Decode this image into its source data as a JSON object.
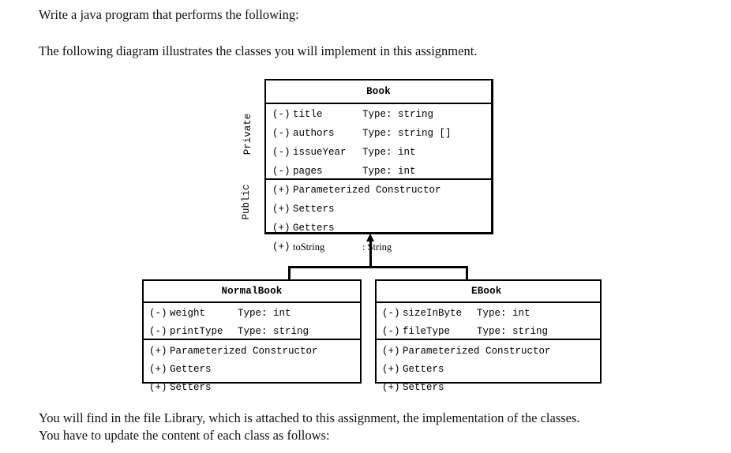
{
  "document": {
    "intro_line_1": "Write a java program that performs the following:",
    "intro_line_2": "The following diagram illustrates the classes you will implement in this assignment.",
    "outro_line_1": "You will find in the file Library, which is attached to this assignment, the implementation of the classes.",
    "outro_line_2": "You have to update the content of each class as follows:"
  },
  "diagram": {
    "side_labels": {
      "private": "Private",
      "public": "Public"
    },
    "book": {
      "title": "Book",
      "attributes": [
        {
          "visibility": "(-)",
          "name": "title",
          "type": "Type: string"
        },
        {
          "visibility": "(-)",
          "name": "authors",
          "type": "Type: string []"
        },
        {
          "visibility": "(-)",
          "name": "issueYear",
          "type": "Type: int"
        },
        {
          "visibility": "(-)",
          "name": "pages",
          "type": "Type: int"
        }
      ],
      "methods": [
        {
          "visibility": "(+)",
          "name": "Parameterized Constructor",
          "type": ""
        },
        {
          "visibility": "(+)",
          "name": "Setters",
          "type": ""
        },
        {
          "visibility": "(+)",
          "name": "Getters",
          "type": ""
        },
        {
          "visibility": "(+)",
          "name": "toString",
          "type": ": String"
        }
      ]
    },
    "normalbook": {
      "title": "NormalBook",
      "attributes": [
        {
          "visibility": "(-)",
          "name": "weight",
          "type": "Type: int"
        },
        {
          "visibility": "(-)",
          "name": "printType",
          "type": "Type: string"
        }
      ],
      "methods": [
        {
          "visibility": "(+)",
          "name": "Parameterized Constructor"
        },
        {
          "visibility": "(+)",
          "name": "Getters"
        },
        {
          "visibility": "(+)",
          "name": "Setters"
        }
      ]
    },
    "ebook": {
      "title": "EBook",
      "attributes": [
        {
          "visibility": "(-)",
          "name": "sizeInByte",
          "type": "Type: int"
        },
        {
          "visibility": "(-)",
          "name": "fileType",
          "type": "Type: string"
        }
      ],
      "methods": [
        {
          "visibility": "(+)",
          "name": "Parameterized Constructor"
        },
        {
          "visibility": "(+)",
          "name": "Getters"
        },
        {
          "visibility": "(+)",
          "name": "Setters"
        }
      ]
    },
    "relationship": "generalization"
  }
}
